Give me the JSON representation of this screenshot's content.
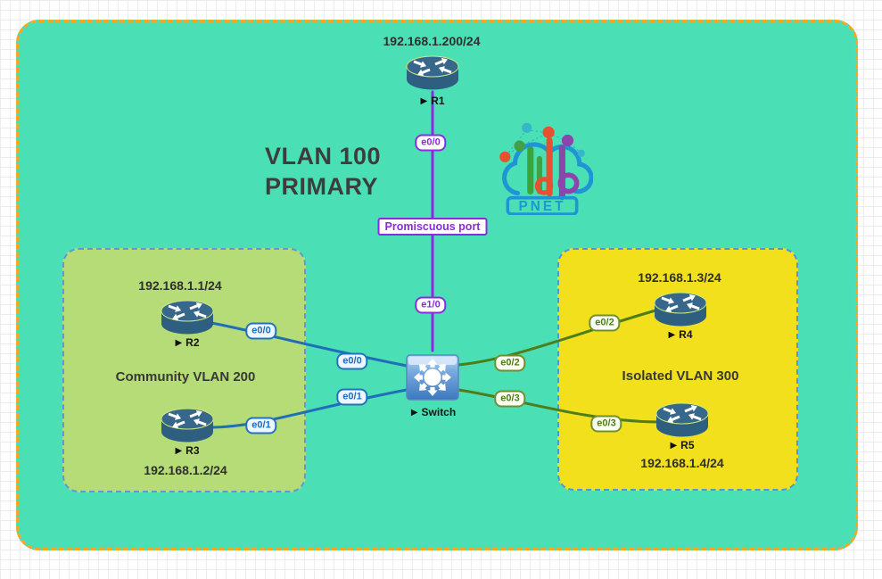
{
  "colors": {
    "canvas_zone": "#4BDFB6",
    "canvas_zone_border": "#F6A723",
    "community_zone": "#B6DC77",
    "isolated_zone": "#F2E01D",
    "zone_border_blue": "#4E97D8",
    "link_promiscuous": "#8A2BE2",
    "link_community": "#1E6FB8",
    "link_isolated": "#4E7D1B"
  },
  "title": {
    "line1": "VLAN 100",
    "line2": "PRIMARY"
  },
  "logo": {
    "brand": "PNET"
  },
  "zones": {
    "community": {
      "label": "Community VLAN 200"
    },
    "isolated": {
      "label": "Isolated VLAN 300"
    }
  },
  "nodes": {
    "r1": {
      "name": "R1",
      "ip": "192.168.1.200/24"
    },
    "r2": {
      "name": "R2",
      "ip": "192.168.1.1/24"
    },
    "r3": {
      "name": "R3",
      "ip": "192.168.1.2/24"
    },
    "r4": {
      "name": "R4",
      "ip": "192.168.1.3/24"
    },
    "r5": {
      "name": "R5",
      "ip": "192.168.1.4/24"
    },
    "switch": {
      "name": "Switch"
    }
  },
  "links": {
    "r1_switch": {
      "r1_port": "e0/0",
      "switch_port": "e1/0",
      "note": "Promiscuous port"
    },
    "r2_switch": {
      "r2_port": "e0/0",
      "switch_port": "e0/0"
    },
    "r3_switch": {
      "r3_port": "e0/1",
      "switch_port": "e0/1"
    },
    "r4_switch": {
      "r4_port": "e0/2",
      "switch_port": "e0/2"
    },
    "r5_switch": {
      "r5_port": "e0/3",
      "switch_port": "e0/3"
    }
  },
  "icons": {
    "play": "▶"
  }
}
